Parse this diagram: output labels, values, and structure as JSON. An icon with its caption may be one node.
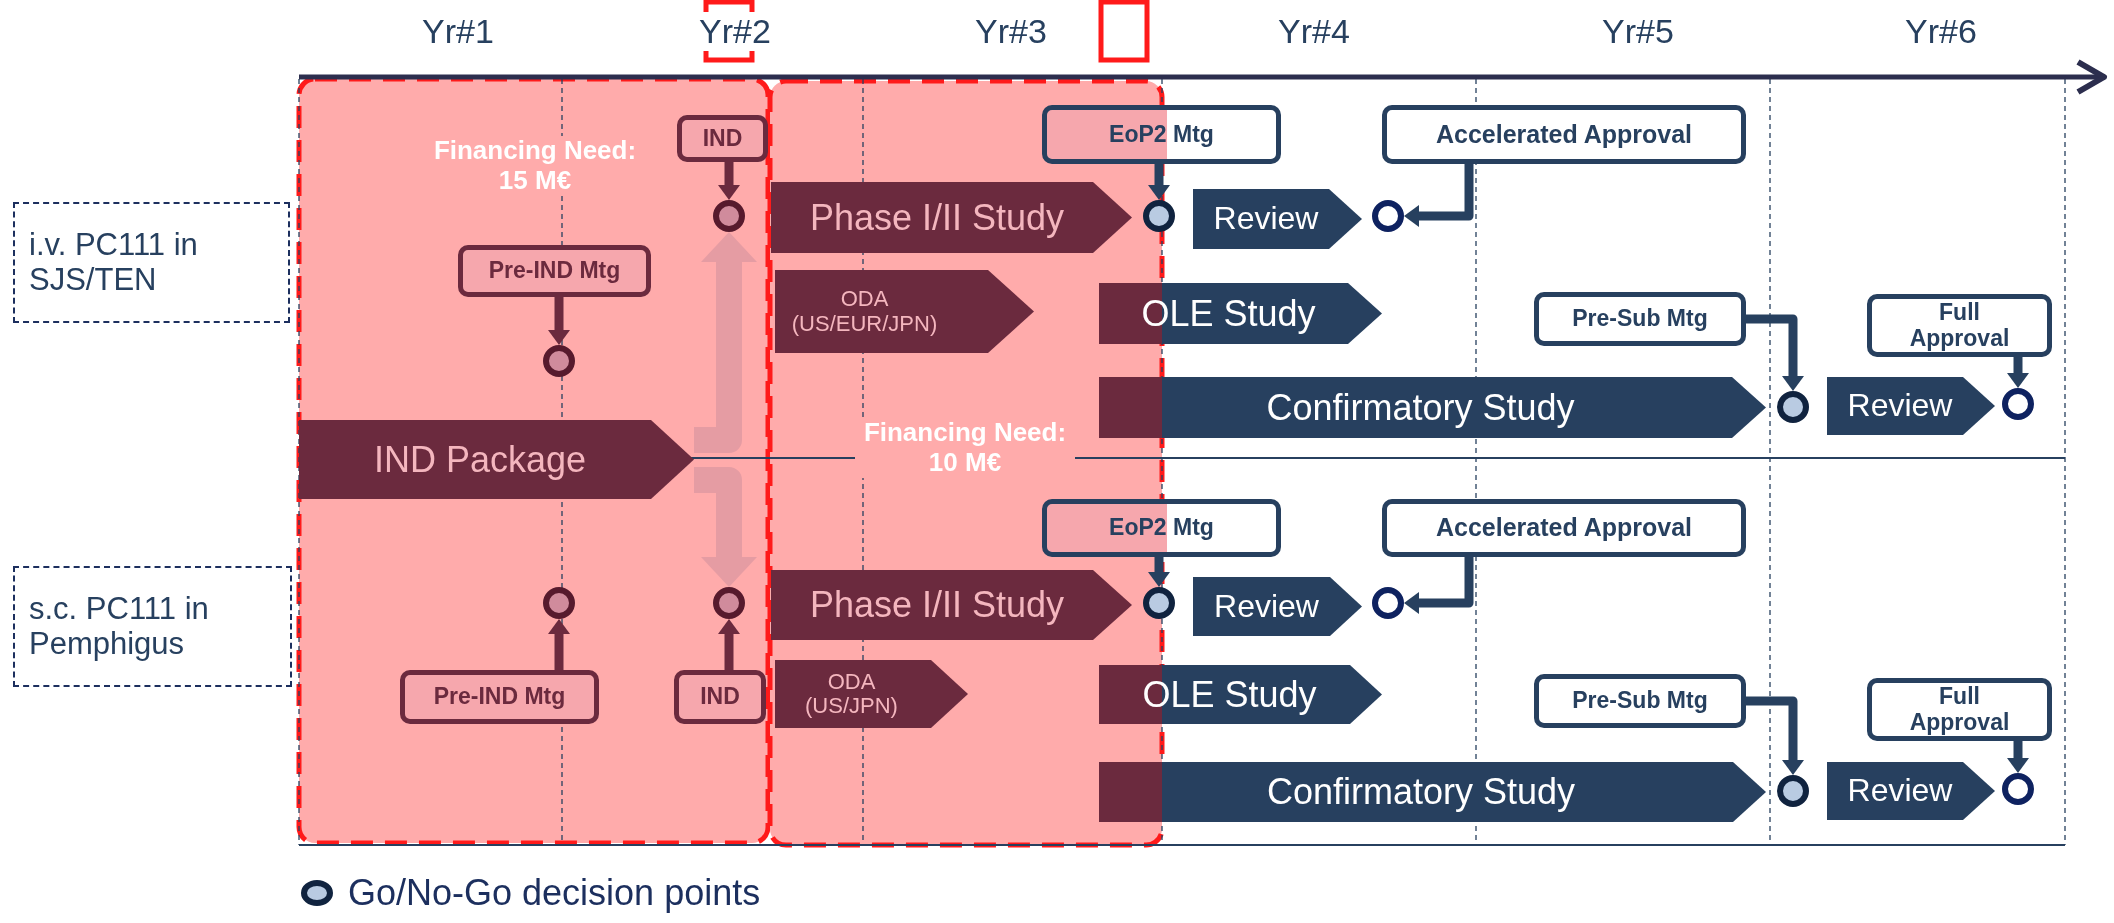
{
  "diagram": {
    "nodes": [
      {
        "text": [
          "i.v. PC111 in SJS/TEN"
        ]
      },
      {
        "text": [
          "IND"
        ]
      },
      {
        "text": [
          "EoP2 Mtg"
        ]
      },
      {
        "text": [
          "Accelerated Approval"
        ]
      },
      {
        "text": [],
        "shape": "circle"
      },
      {
        "text": [
          "Phase I/II Study"
        ]
      },
      {
        "text": [],
        "shape": "circle"
      },
      {
        "text": [
          "Review"
        ]
      },
      {
        "text": [],
        "shape": "circle"
      },
      {
        "text": [
          "Pre-IND Mtg"
        ]
      },
      {
        "text": [
          "ODA (US/EUR/JPN)"
        ]
      },
      {
        "text": [
          "OLE Study"
        ]
      },
      {
        "text": [
          "Pre-Sub Mtg"
        ]
      },
      {
        "text": [
          "Full Approval"
        ]
      },
      {
        "text": [],
        "shape": "circle"
      },
      {
        "text": [
          "Confirmatory Study"
        ]
      },
      {
        "text": [],
        "shape": "circle"
      },
      {
        "text": [
          "Review"
        ]
      },
      {
        "text": [],
        "shape": "circle"
      },
      {
        "text": [
          "IND Package"
        ]
      },
      {
        "text": [
          "s.c. PC111 in Pemphigus"
        ]
      },
      {
        "text": [
          "EoP2 Mtg"
        ]
      },
      {
        "text": [
          "Accelerated Approval"
        ]
      },
      {
        "text": [],
        "shape": "circle"
      },
      {
        "text": [],
        "shape": "circle"
      },
      {
        "text": [
          "Phase I/II Study"
        ]
      },
      {
        "text": [],
        "shape": "circle"
      },
      {
        "text": [
          "Review"
        ]
      },
      {
        "text": [],
        "shape": "circle"
      },
      {
        "text": [
          "Pre-IND Mtg"
        ]
      },
      {
        "text": [
          "IND"
        ]
      },
      {
        "text": [
          "ODA (US/JPN)"
        ]
      },
      {
        "text": [
          "OLE Study"
        ]
      },
      {
        "text": [
          "Pre-Sub Mtg"
        ]
      },
      {
        "text": [
          "Full Approval"
        ]
      },
      {
        "text": [
          "Confirmatory Study"
        ]
      },
      {
        "text": [],
        "shape": "circle"
      },
      {
        "text": [
          "Review"
        ]
      },
      {
        "text": [],
        "shape": "circle"
      }
    ],
    "edges": [
      {
        "from": 1,
        "to": 4,
        "arrow": "to",
        "color": "#6b2a3e"
      },
      {
        "from": 2,
        "to": 6,
        "arrow": "to"
      },
      {
        "from": 3,
        "to": 8,
        "arrow": "to"
      },
      {
        "from": 9,
        "to": 14,
        "arrow": "to",
        "color": "#6b2a3e"
      },
      {
        "from": 12,
        "to": 16,
        "arrow": "to"
      },
      {
        "from": 13,
        "to": 18,
        "arrow": "to"
      },
      {
        "from": 19,
        "to": 4,
        "arrow": "to",
        "style": "thick",
        "color": "#e59ca3"
      },
      {
        "from": 19,
        "to": 24,
        "arrow": "to",
        "style": "thick",
        "color": "#e59ca3"
      },
      {
        "from": 21,
        "to": 26,
        "arrow": "to"
      },
      {
        "from": 22,
        "to": 28,
        "arrow": "to"
      },
      {
        "from": 29,
        "to": 23,
        "arrow": "to",
        "color": "#6b2a3e"
      },
      {
        "from": 30,
        "to": 24,
        "arrow": "to",
        "color": "#6b2a3e"
      },
      {
        "from": 33,
        "to": 36,
        "arrow": "to"
      },
      {
        "from": 34,
        "to": 38,
        "arrow": "to"
      }
    ],
    "labels": [
      "Yr#1",
      "Yr#2",
      "Yr#3",
      "Yr#4",
      "Yr#5",
      "Yr#6",
      "Financing Need: 15 M€",
      "Financing Need: 10 M€"
    ],
    "legend": [
      {
        "text": "Go/No-Go decision points"
      }
    ]
  }
}
